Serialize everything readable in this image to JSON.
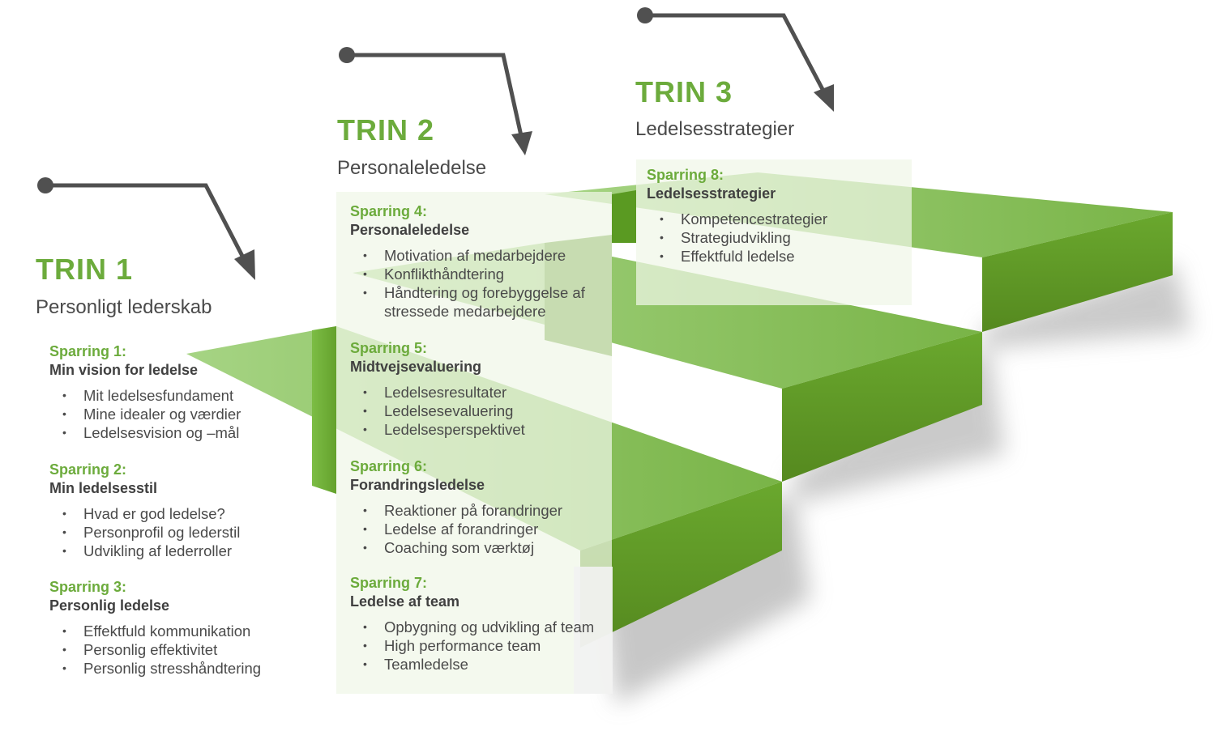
{
  "colors": {
    "accent": "#6cab3c",
    "stair_top": "#8fc96a",
    "stair_face": "#5e9624",
    "arrow": "#505050",
    "panel": "#e7f1dc"
  },
  "icons": [
    "arrow-icon-trin-1",
    "arrow-icon-trin-2",
    "arrow-icon-trin-3"
  ],
  "steps": [
    {
      "title": "TRIN 1",
      "subtitle": "Personligt lederskab",
      "sessions": [
        {
          "label": "Sparring 1:",
          "title": "Min vision for ledelse",
          "items": [
            "Mit ledelsesfundament",
            "Mine idealer og værdier",
            "Ledelsesvision og –mål"
          ]
        },
        {
          "label": "Sparring 2:",
          "title": "Min ledelsesstil",
          "items": [
            "Hvad er god ledelse?",
            "Personprofil og lederstil",
            "Udvikling af lederroller"
          ]
        },
        {
          "label": "Sparring 3:",
          "title": "Personlig ledelse",
          "items": [
            "Effektfuld kommunikation",
            "Personlig effektivitet",
            "Personlig stresshåndtering"
          ]
        }
      ]
    },
    {
      "title": "TRIN 2",
      "subtitle": "Personaleledelse",
      "sessions": [
        {
          "label": "Sparring 4:",
          "title": "Personaleledelse",
          "items": [
            "Motivation af medarbejdere",
            "Konflikthåndtering",
            "Håndtering og forebyggelse af",
            "stressede medarbejdere"
          ]
        },
        {
          "label": "Sparring 5:",
          "title": "Midtvejsevaluering",
          "items": [
            "Ledelsesresultater",
            "Ledelsesevaluering",
            "Ledelsesperspektivet"
          ]
        },
        {
          "label": "Sparring 6:",
          "title": "Forandringsledelse",
          "items": [
            "Reaktioner på forandringer",
            "Ledelse af forandringer",
            "Coaching som værktøj"
          ]
        },
        {
          "label": "Sparring 7:",
          "title": "Ledelse af team",
          "items": [
            "Opbygning og udvikling af team",
            "High performance team",
            "Teamledelse"
          ]
        }
      ]
    },
    {
      "title": "TRIN 3",
      "subtitle": "Ledelsesstrategier",
      "sessions": [
        {
          "label": "Sparring 8:",
          "title": "Ledelsesstrategier",
          "items": [
            "Kompetencestrategier",
            "Strategiudvikling",
            "Effektfuld ledelse"
          ]
        }
      ]
    }
  ]
}
